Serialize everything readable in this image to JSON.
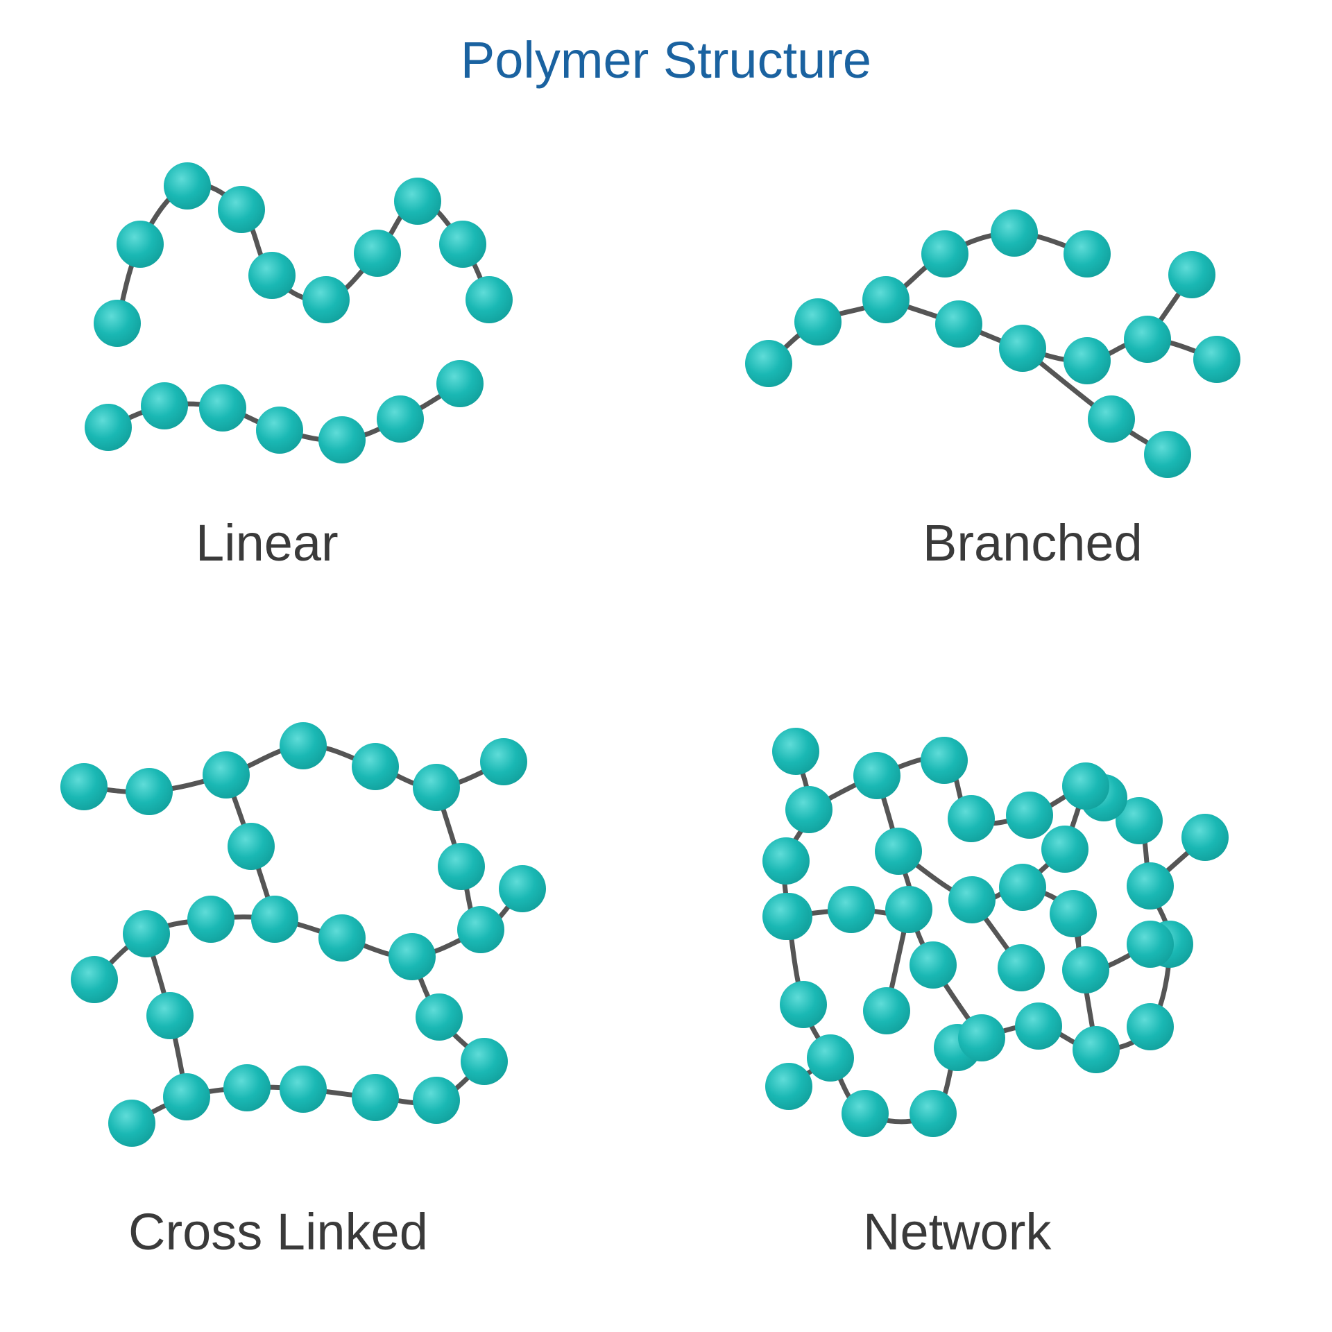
{
  "title": "Polymer Structure",
  "labels": {
    "linear": "Linear",
    "branched": "Branched",
    "cross_linked": "Cross Linked",
    "network": "Network"
  },
  "colors": {
    "title": "#1a62a0",
    "label": "#3a3a3a",
    "bond": "#555555",
    "monomer": "#1ab8b4",
    "monomer_highlight": "#6fe3df",
    "monomer_shade": "#0f8f8b"
  }
}
